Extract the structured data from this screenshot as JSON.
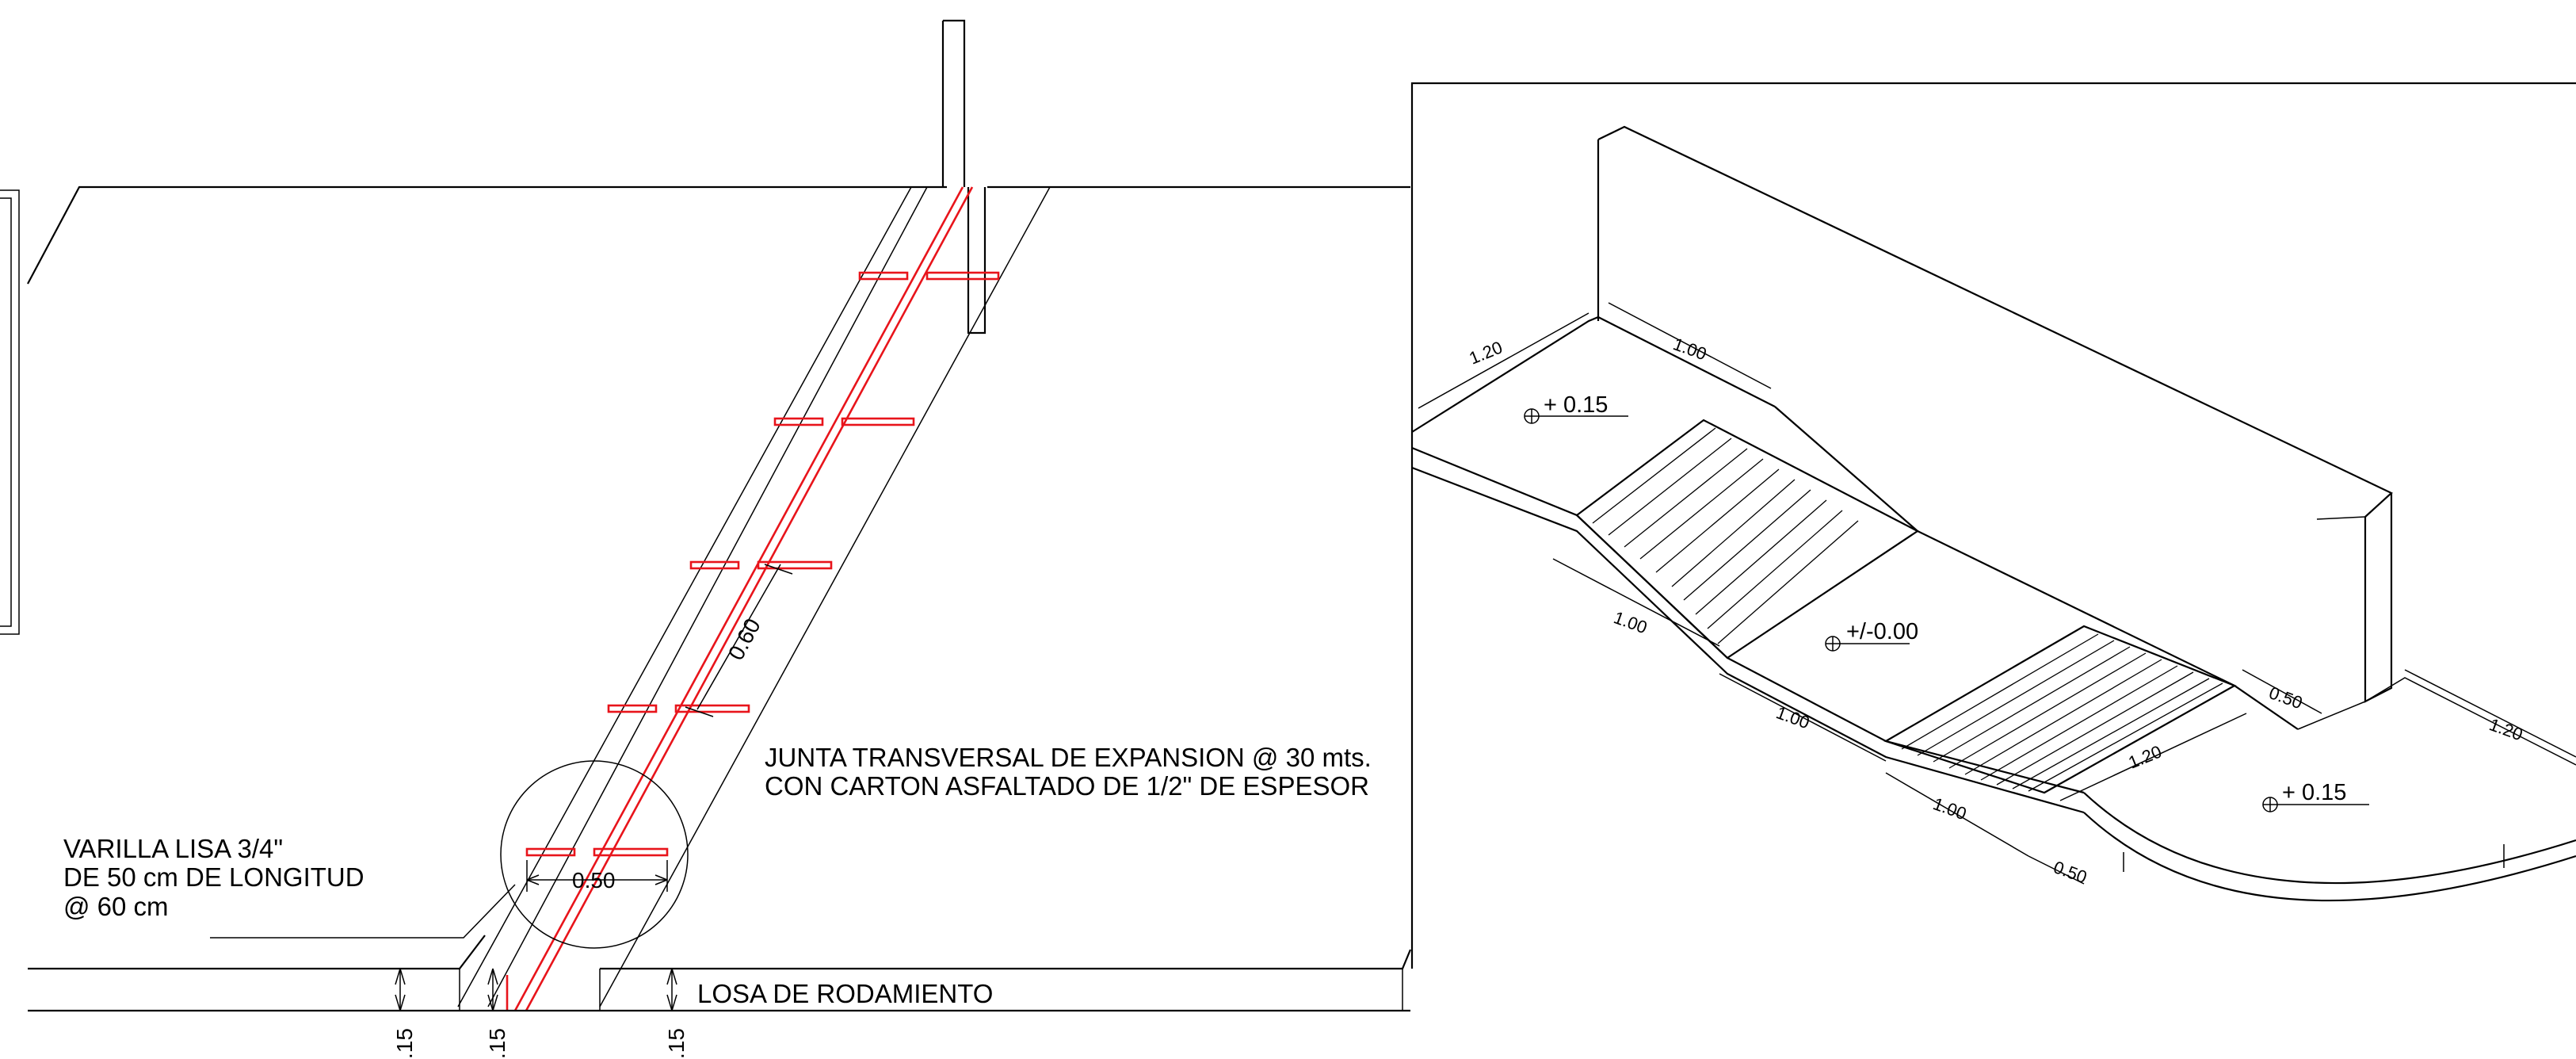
{
  "section": {
    "labels": {
      "joint_line1": "JUNTA TRANSVERSAL DE EXPANSION @ 30 mts.",
      "joint_line2": "CON CARTON ASFALTADO DE 1/2\" DE ESPESOR",
      "bar_line1": "VARILLA LISA  3/4\"",
      "bar_line2": "DE 50 cm DE LONGITUD",
      "bar_line3": "@ 60 cm",
      "slab": "LOSA DE RODAMIENTO"
    },
    "dims": {
      "spacing": "0.60",
      "bar_length": "0.50",
      "thk_1": ".15",
      "thk_2": ".15",
      "thk_3": ".15"
    }
  },
  "isometric": {
    "dims": {
      "d1": "1.20",
      "d2": "1.00",
      "d3": "1.00",
      "d4": "1.00",
      "d5": "1.00",
      "d6": "0.50",
      "d7": "1.20",
      "d8": "1.20",
      "d9": "0.50"
    },
    "levels": {
      "left": "+ 0.15",
      "center": "+/-0.00",
      "right": "+ 0.15"
    }
  }
}
